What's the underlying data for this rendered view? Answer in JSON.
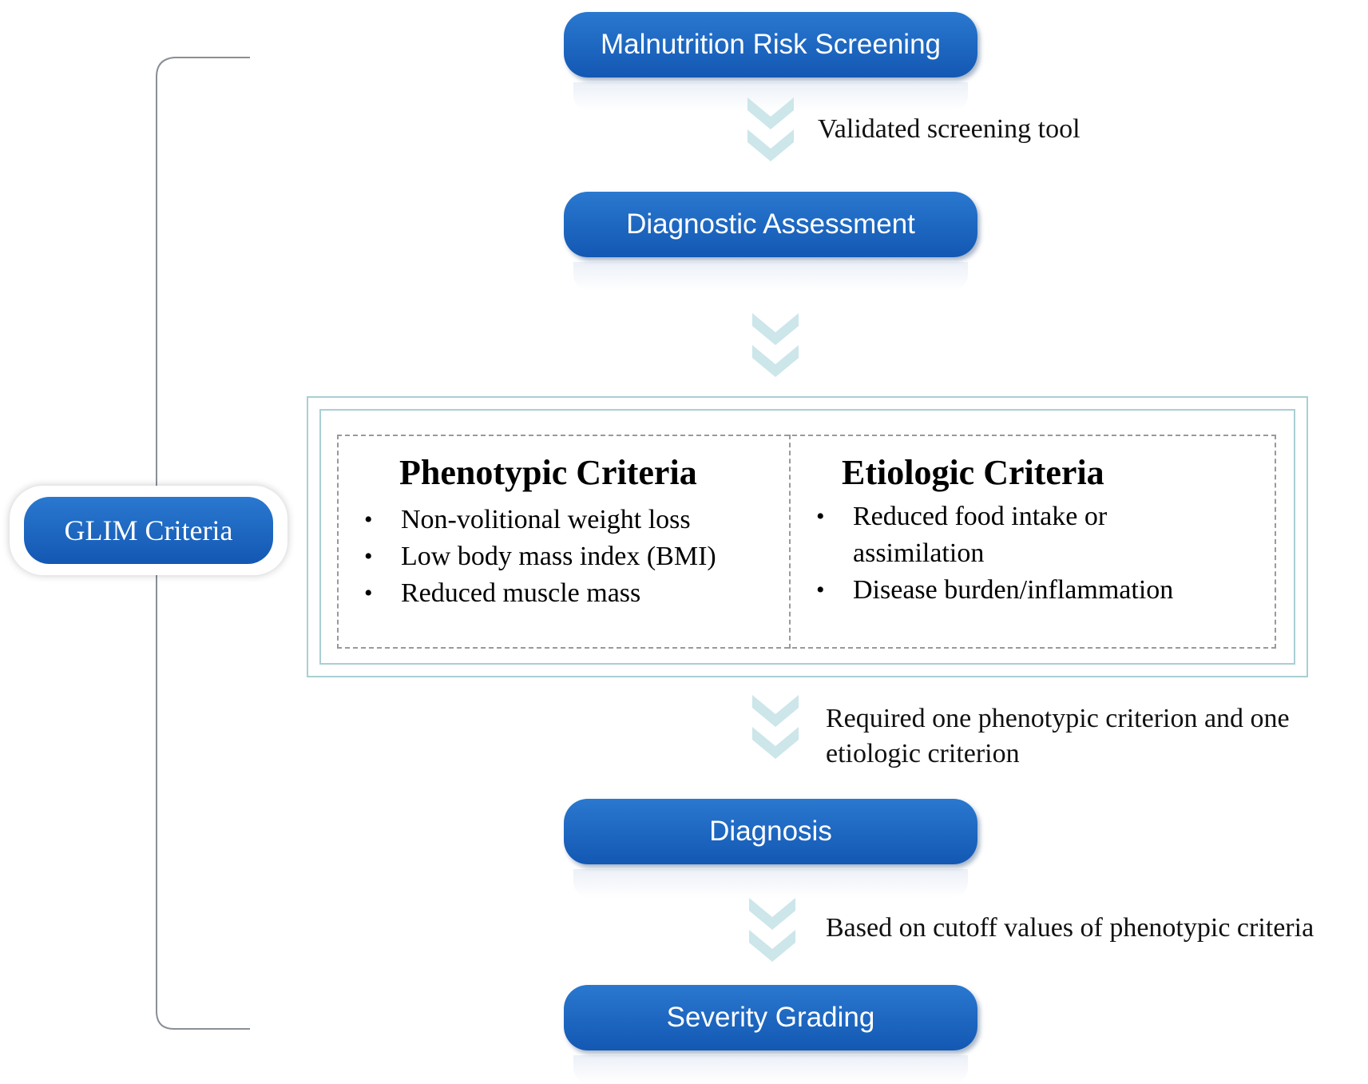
{
  "steps": {
    "screening": "Malnutrition Risk Screening",
    "assessment": "Diagnostic Assessment",
    "diagnosis": "Diagnosis",
    "severity": "Severity Grading"
  },
  "side_label": "GLIM Criteria",
  "notes": {
    "screening_tool": "Validated screening tool",
    "required_line1": "Required one phenotypic criterion and one",
    "required_line2": "etiologic criterion",
    "cutoff": "Based on cutoff values of phenotypic criteria"
  },
  "criteria": {
    "phenotypic": {
      "title": "Phenotypic Criteria",
      "items": [
        "Non-volitional weight loss",
        "Low body mass index (BMI)",
        "Reduced muscle mass"
      ]
    },
    "etiologic": {
      "title": "Etiologic Criteria",
      "items": [
        "Reduced food intake or",
        "assimilation",
        "Disease burden/inflammation"
      ]
    }
  },
  "colors": {
    "box_fill": "#1f6cc4",
    "arrow": "#cce6ea",
    "frame": "#a9cfd3",
    "bracket": "#8a8f96"
  }
}
